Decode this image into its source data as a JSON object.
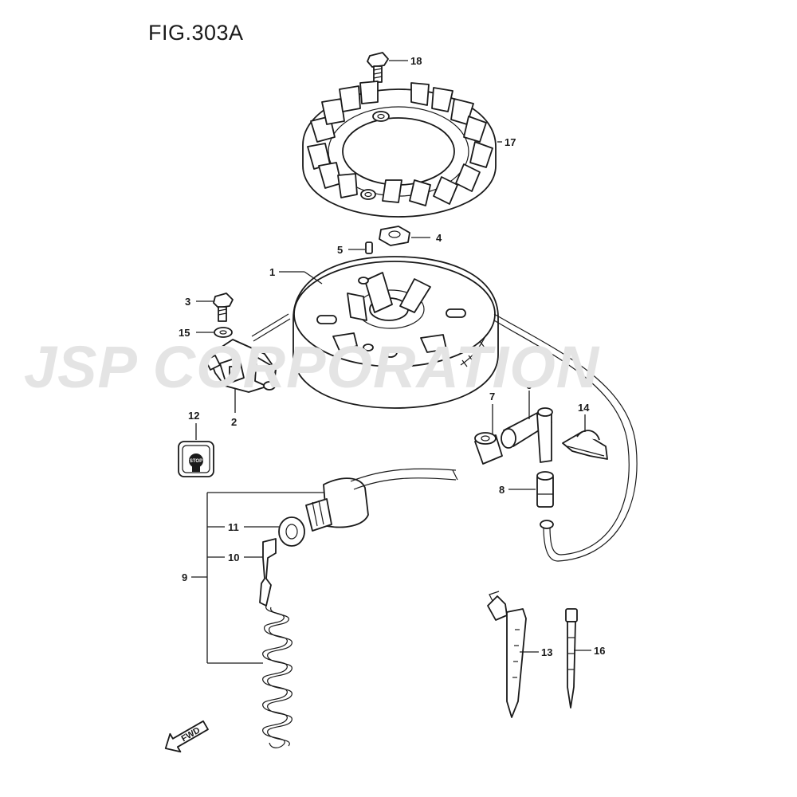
{
  "figure": {
    "title": "FIG.303A"
  },
  "watermark": {
    "text": "JSP CORPORATION"
  },
  "callouts": {
    "c1": "1",
    "c2": "2",
    "c3": "3",
    "c4": "4",
    "c5": "5",
    "c6": "6",
    "c7": "7",
    "c8": "8",
    "c9": "9",
    "c10": "10",
    "c11": "11",
    "c12": "12",
    "c13": "13",
    "c14": "14",
    "c15": "15",
    "c16": "16",
    "c17": "17",
    "c18": "18"
  },
  "stop_badge": {
    "text": "STOP"
  },
  "fwd_arrow": {
    "text": "FWD"
  }
}
